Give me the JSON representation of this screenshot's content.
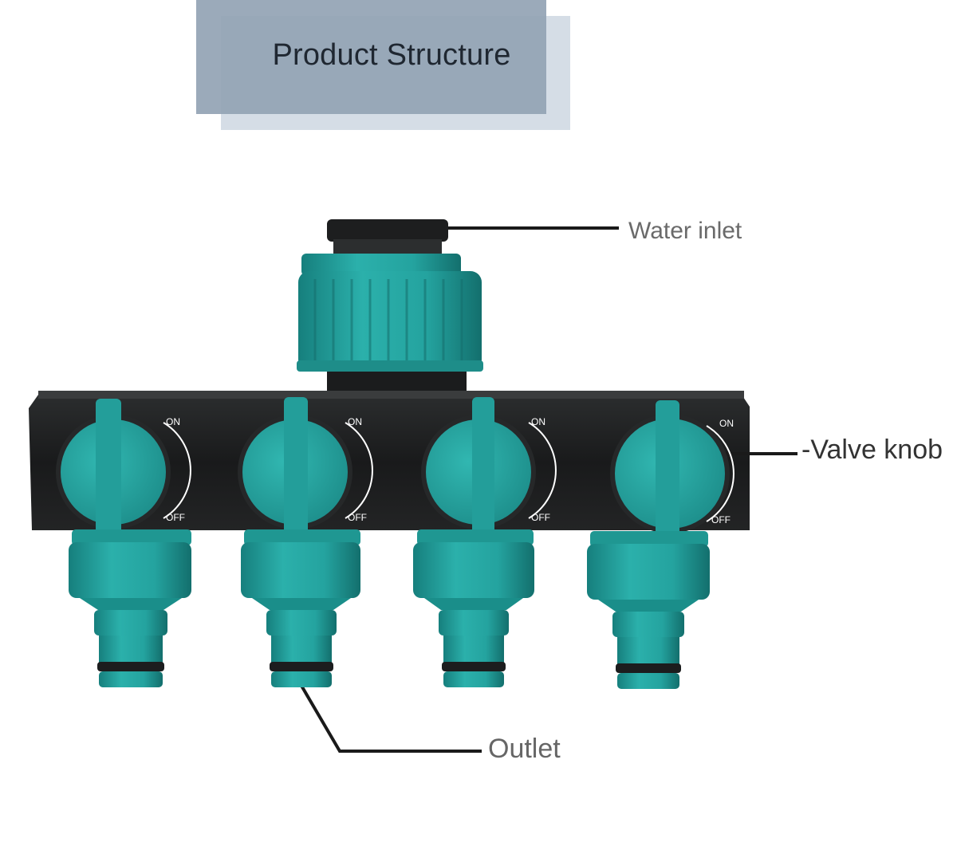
{
  "header": {
    "title": "Product Structure"
  },
  "labels": {
    "water_inlet": "Water inlet",
    "valve_knob": "-Valve knob",
    "outlet": "Outlet"
  },
  "valve_marks": {
    "on": "ON",
    "off": "OFF"
  },
  "colors": {
    "teal": "#2aa7a3",
    "teal_dark": "#127b79",
    "body_black": "#1c1e1f",
    "header_panel": "#92a3b4",
    "header_shadow": "#d5dde6"
  },
  "outlet_count": 4
}
